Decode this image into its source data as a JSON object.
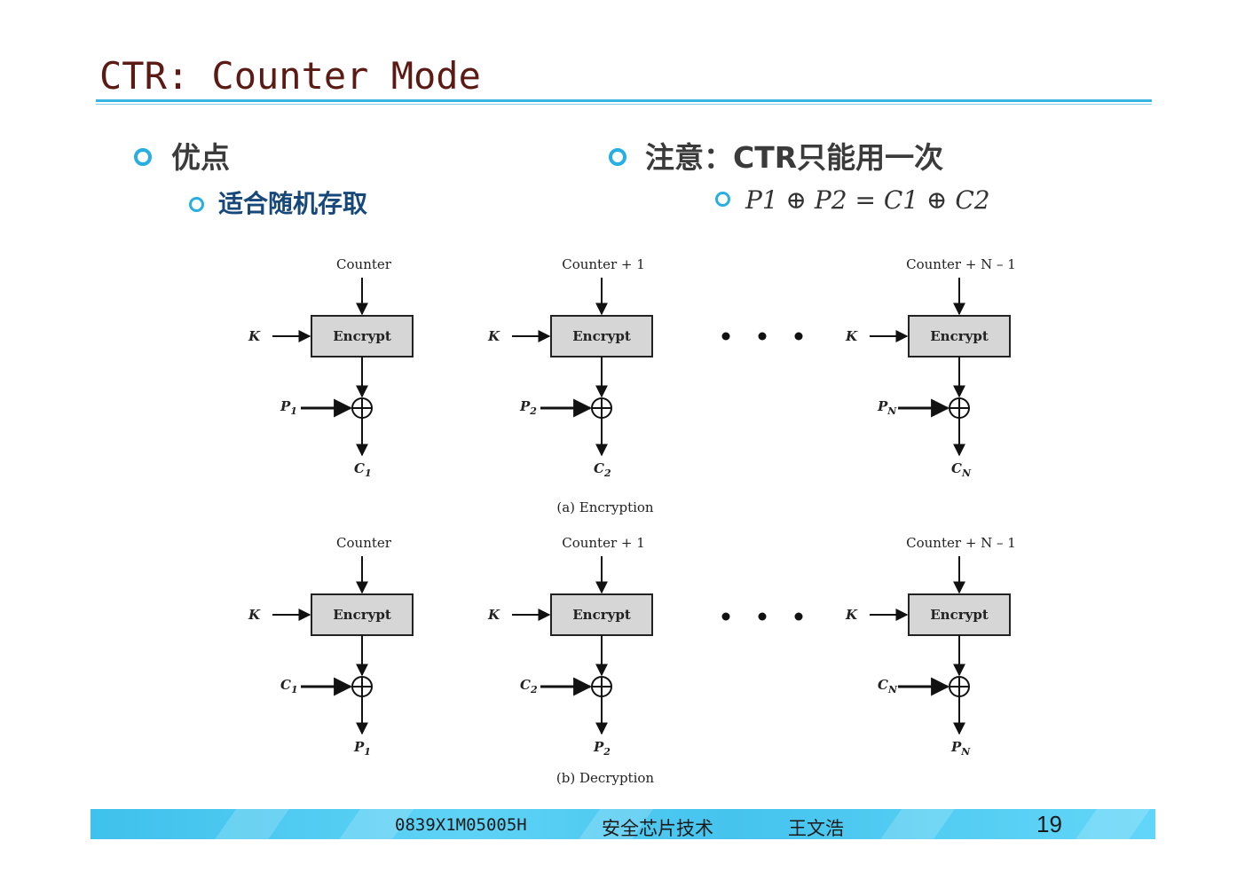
{
  "slide": {
    "title": "CTR: Counter Mode",
    "left_bullet": "优点",
    "left_sub_bullet": "适合随机存取",
    "right_bullet": "注意：CTR只能用一次",
    "right_formula": "P1 ⊕ P2 = C1 ⊕ C2"
  },
  "diagram": {
    "encryption": {
      "caption": "(a) Encryption",
      "blocks": [
        {
          "counter": "Counter",
          "key": "K",
          "box": "Encrypt",
          "input": "P",
          "input_sub": "1",
          "output": "C",
          "output_sub": "1"
        },
        {
          "counter": "Counter + 1",
          "key": "K",
          "box": "Encrypt",
          "input": "P",
          "input_sub": "2",
          "output": "C",
          "output_sub": "2"
        },
        {
          "counter": "Counter + N – 1",
          "key": "K",
          "box": "Encrypt",
          "input": "P",
          "input_sub": "N",
          "output": "C",
          "output_sub": "N"
        }
      ]
    },
    "decryption": {
      "caption": "(b) Decryption",
      "blocks": [
        {
          "counter": "Counter",
          "key": "K",
          "box": "Encrypt",
          "input": "C",
          "input_sub": "1",
          "output": "P",
          "output_sub": "1"
        },
        {
          "counter": "Counter + 1",
          "key": "K",
          "box": "Encrypt",
          "input": "C",
          "input_sub": "2",
          "output": "P",
          "output_sub": "2"
        },
        {
          "counter": "Counter + N – 1",
          "key": "K",
          "box": "Encrypt",
          "input": "C",
          "input_sub": "N",
          "output": "P",
          "output_sub": "N"
        }
      ]
    },
    "box_fill": "#d6d6d6"
  },
  "footer": {
    "course_code": "0839X1M05005H",
    "course_name": "安全芯片技术",
    "author": "王文浩",
    "page_number": "19"
  },
  "colors": {
    "title": "#5c1a14",
    "accent": "#27aee3",
    "sub_bullet_text": "#17487a"
  }
}
